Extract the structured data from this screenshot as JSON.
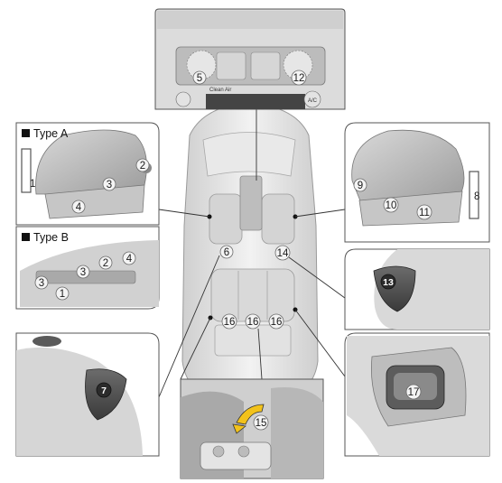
{
  "panels": {
    "type_a": {
      "title": "Type A",
      "callouts": [
        "1",
        "2",
        "3",
        "4"
      ]
    },
    "type_b": {
      "title": "Type B",
      "callouts": [
        "3",
        "3",
        "2",
        "4",
        "1"
      ]
    },
    "front_right_seat": {
      "callouts": [
        "9",
        "10",
        "11",
        "8"
      ]
    },
    "dashboard": {
      "callouts": [
        "5",
        "12"
      ],
      "knob_label": "Clean Air",
      "ac_label": "A/C"
    },
    "rear_right_knob": {
      "callouts": [
        "13"
      ]
    },
    "front_left_knob": {
      "callouts": [
        "7"
      ]
    },
    "rear_armrest": {
      "callouts": [
        "15"
      ]
    },
    "rear_bracket": {
      "callouts": [
        "17"
      ]
    },
    "car": {
      "callouts": [
        "6",
        "14",
        "16",
        "16",
        "16"
      ]
    }
  }
}
